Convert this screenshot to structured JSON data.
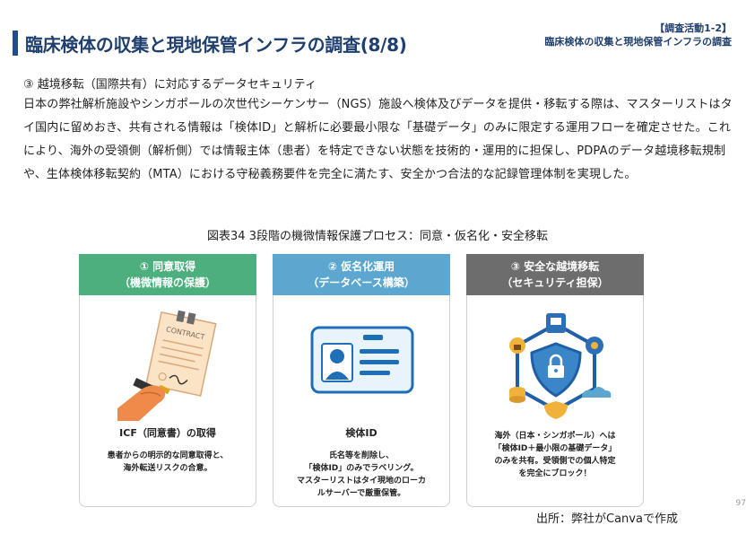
{
  "header": {
    "title": "臨床検体の収集と現地保管インフラの調査(8/8)",
    "activity_tag": "【調査活動1-2】",
    "activity_subtitle": "臨床検体の収集と現地保管インフラの調査"
  },
  "section": {
    "subheading": "③ 越境移転（国際共有）に対応するデータセキュリティ",
    "body": "日本の弊社解析施設やシンガポールの次世代シーケンサー（NGS）施設へ検体及びデータを提供・移転する際は、マスターリストはタイ国内に留めおき、共有される情報は「検体ID」と解析に必要最小限な「基礎データ」のみに限定する運用フローを確定させた。これにより、海外の受領側（解析側）では情報主体（患者）を特定できない状態を技術的・運用的に担保し、PDPAのデータ越境移転規制や、生体検体移転契約（MTA）における守秘義務要件を完全に満たす、安全かつ合法的な記録管理体制を実現した。"
  },
  "figure": {
    "caption": "図表34 3段階の機微情報保護プロセス：同意・仮名化・安全移転",
    "steps": [
      {
        "header_line1": "① 同意取得",
        "header_line2": "（機微情報の保護）",
        "color": "#4caf7d",
        "icon": "contract-signing-icon",
        "contract_label": "CONTRACT",
        "caption": "ICF（同意書）の取得",
        "desc_lines": [
          "患者からの明示的な同意取得と、",
          "海外転送リスクの合意。"
        ]
      },
      {
        "header_line1": "② 仮名化運用",
        "header_line2": "（データベース構築）",
        "color": "#5ba7cf",
        "icon": "id-card-icon",
        "caption": "検体ID",
        "desc_lines": [
          "氏名等を削除し、",
          "「検体ID」のみでラベリング。",
          "マスターリストはタイ現地のローカ",
          "ルサーバーで厳重保管。"
        ]
      },
      {
        "header_line1": "③ 安全な越境移転",
        "header_line2": "（セキュリティ担保）",
        "color": "#6d6d6d",
        "icon": "security-shield-network-icon",
        "caption": "",
        "desc_lines": [
          "海外（日本・シンガポール）へは",
          "「検体ID＋最小限の基礎データ」",
          "のみを共有。受領側での個人特定",
          "を完全にブロック！"
        ]
      }
    ]
  },
  "footer": {
    "page_number": "97",
    "source": "出所：弊社がCanvaで作成"
  }
}
